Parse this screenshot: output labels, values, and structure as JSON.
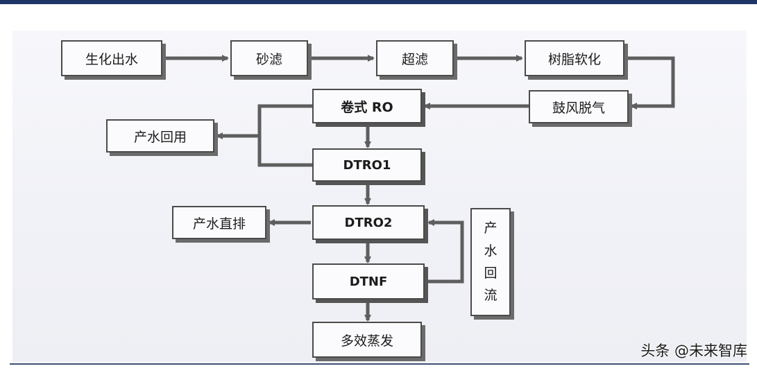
{
  "diagram": {
    "nodes": {
      "biochem_effluent": "生化出水",
      "sand_filter": "砂滤",
      "ultrafiltration": "超滤",
      "resin_softening": "树脂软化",
      "blower_degassing": "鼓风脱气",
      "spiral_ro": "卷式 RO",
      "product_reuse": "产水回用",
      "dtro1": "DTRO1",
      "dtro2": "DTRO2",
      "product_discharge": "产水直排",
      "dtnf": "DTNF",
      "product_reflux": [
        "产",
        "水",
        "回",
        "流"
      ],
      "multi_effect_evaporation": "多效蒸发"
    }
  },
  "watermark": "头条 @未来智库",
  "colors": {
    "top_bar": "#1f3566",
    "box_border": "#4a4a4a",
    "arrow": "#5e5e5e"
  }
}
